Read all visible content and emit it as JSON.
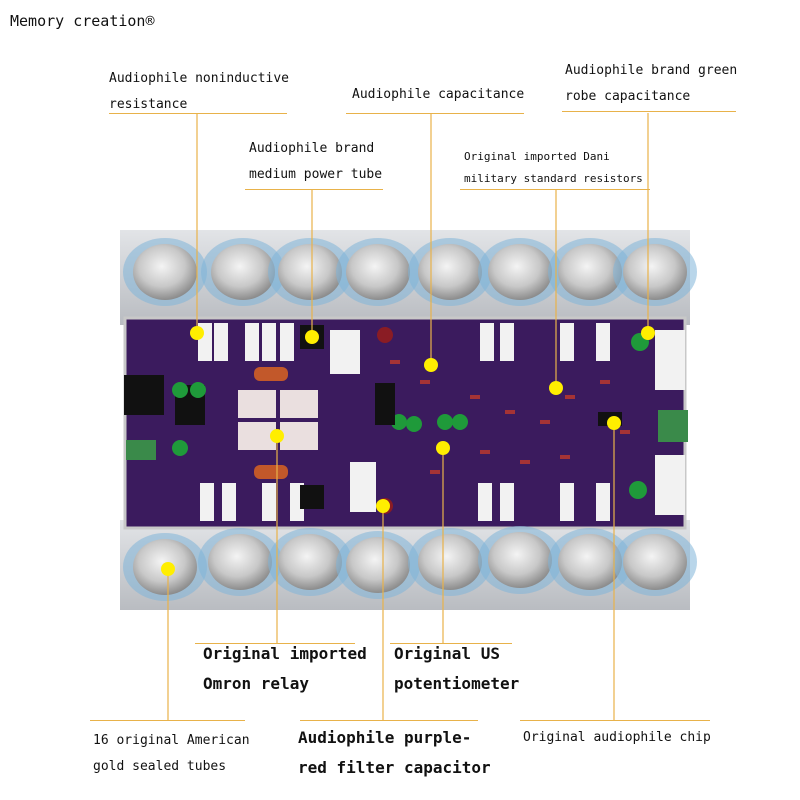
{
  "brand": "Memory creation®",
  "labels": {
    "noninductive": [
      "Audiophile noninductive",
      "resistance"
    ],
    "capacitance": [
      "Audiophile capacitance"
    ],
    "green_robe": [
      "Audiophile brand green",
      "robe capacitance"
    ],
    "power_tube": [
      "Audiophile brand",
      "medium power tube"
    ],
    "dani": [
      "Original imported Dani",
      "military standard resistors"
    ],
    "omron": [
      "Original imported",
      "Omron relay"
    ],
    "us_pot": [
      "Original US",
      "potentiometer"
    ],
    "gold_tubes": [
      "16 original American",
      "gold sealed tubes"
    ],
    "purple_red": [
      "Audiophile purple-",
      "red filter capacitor"
    ],
    "chip": [
      "Original audiophile chip"
    ]
  },
  "colors": {
    "leader_line": "#e8b24a",
    "marker": "#ffee00",
    "pcb": "#3a1a5c",
    "heatsink": "#c9ccd0"
  }
}
